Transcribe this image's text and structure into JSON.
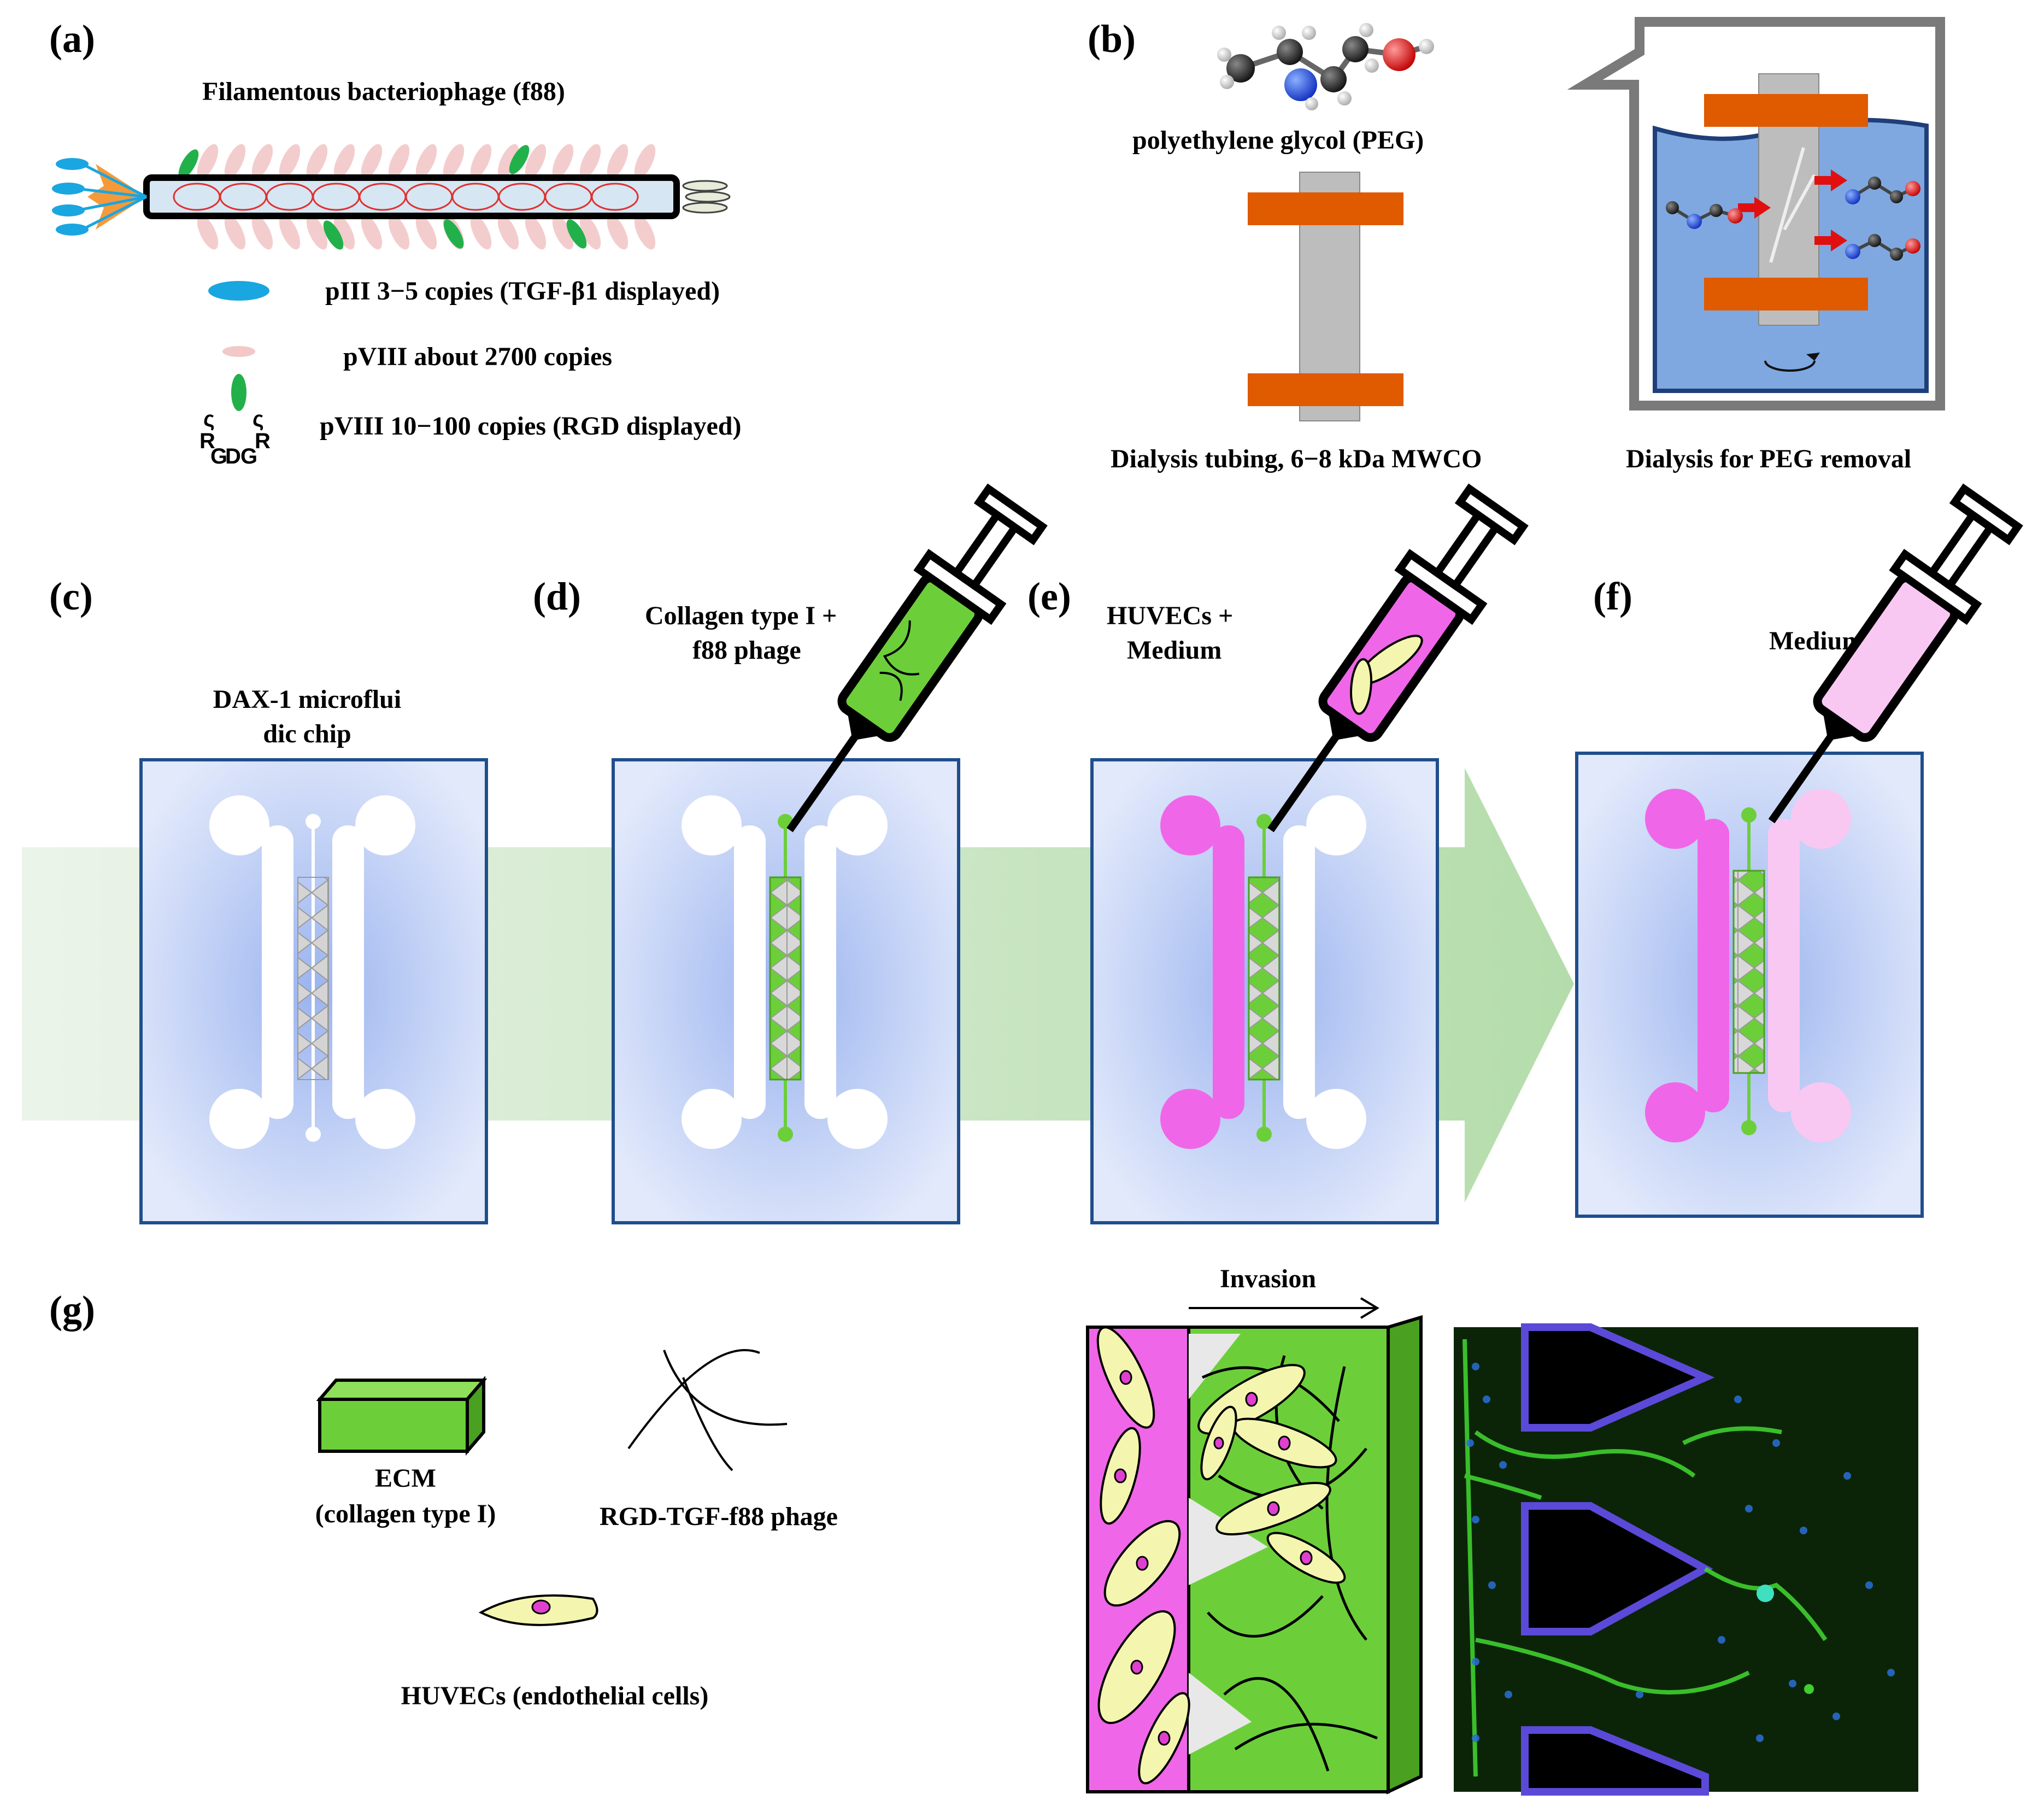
{
  "panels": {
    "a": {
      "label": "(a)",
      "title": "Filamentous bacteriophage (f88)",
      "legend": [
        "pIII 3−5 copies (TGF-β1 displayed)",
        "pVIII about 2700 copies",
        "pVIII 10−100 copies (RGD displayed)"
      ],
      "rgd_letters": [
        "R",
        "G",
        "D",
        "G",
        "R"
      ]
    },
    "b": {
      "label": "(b)",
      "peg_label": "polyethylene glycol (PEG)",
      "tubing_label": "Dialysis tubing, 6−8 kDa MWCO",
      "removal_label": "Dialysis for PEG removal"
    },
    "c": {
      "label": "(c)",
      "caption_line1": "DAX-1 microflui",
      "caption_line2": "dic chip"
    },
    "d": {
      "label": "(d)",
      "caption_line1": "Collagen type I +",
      "caption_line2": "f88 phage"
    },
    "e": {
      "label": "(e)",
      "caption_line1": "HUVECs +",
      "caption_line2": "Medium"
    },
    "f": {
      "label": "(f)",
      "caption_line1": "Medium"
    },
    "g": {
      "label": "(g)",
      "ecm_line1": "ECM",
      "ecm_line2": "(collagen type I)",
      "phage_label": "RGD-TGF-f88 phage",
      "huvec_label": "HUVECs (endothelial cells)",
      "invasion_label": "Invasion"
    }
  },
  "colors": {
    "chip_border": "#1f4e8c",
    "chip_fill": "#a8bff0",
    "collagen_green": "#6ccf3a",
    "huvec_magenta": "#f066e8",
    "medium_pink": "#f8c8f2",
    "tubing_orange": "#e05a00",
    "tubing_gray": "#bdbdbd",
    "water_blue": "#7fa8e0",
    "cell_yellow": "#f4f6b0",
    "pIII_blue": "#1aa6e0",
    "arrow_green": "#b8ddb0"
  }
}
